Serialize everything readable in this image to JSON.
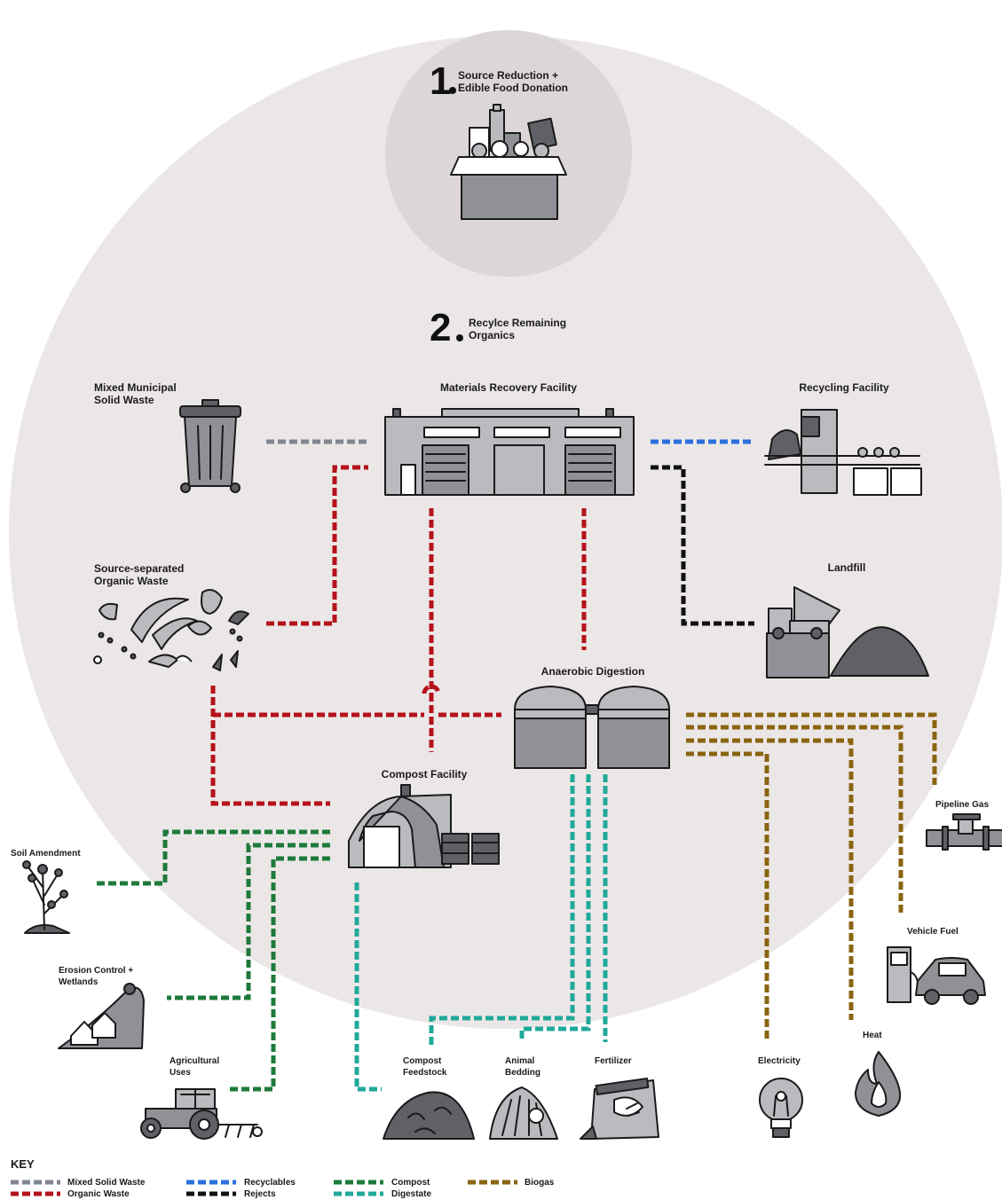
{
  "colors": {
    "background_circle": "#ece7e7",
    "top_circle": "#dcd6d6",
    "icon_fill": "#8f9196",
    "icon_dark": "#5f6166",
    "mixed_solid_waste": "#7f868f",
    "organic_waste": "#b5121b",
    "recyclables": "#2a6fdb",
    "rejects": "#111111",
    "compost": "#1e7a3a",
    "digestate": "#20a99a",
    "biogas": "#8a6410"
  },
  "step1": {
    "number": "1",
    "title_line1": "Source Reduction +",
    "title_line2": "Edible Food Donation",
    "icon": "food-donation-box-icon"
  },
  "step2": {
    "number": "2",
    "title_line1": "Recylce Remaining",
    "title_line2": "Organics"
  },
  "nodes": {
    "mixed_msw": {
      "line1": "Mixed Municipal",
      "line2": "Solid Waste",
      "icon": "trash-bin-icon"
    },
    "mrf": {
      "label": "Materials Recovery Facility",
      "icon": "warehouse-icon"
    },
    "recycling": {
      "label": "Recycling Facility",
      "icon": "sorting-machine-icon"
    },
    "landfill": {
      "label": "Landfill",
      "icon": "dump-truck-icon"
    },
    "source_separated": {
      "line1": "Source-separated",
      "line2": "Organic Waste",
      "icon": "food-scraps-icon"
    },
    "anaerobic": {
      "label": "Anaerobic Digestion",
      "icon": "digester-tanks-icon"
    },
    "compost": {
      "label": "Compost Facility",
      "icon": "compost-shed-icon"
    },
    "soil_amendment": {
      "label": "Soil Amendment",
      "icon": "plant-icon"
    },
    "erosion": {
      "line1": "Erosion Control +",
      "line2": "Wetlands",
      "icon": "hillside-houses-icon"
    },
    "agricultural": {
      "line1": "Agricultural",
      "line2": "Uses",
      "icon": "tractor-icon"
    },
    "compost_feedstock": {
      "line1": "Compost",
      "line2": "Feedstock",
      "icon": "soil-pile-icon"
    },
    "animal_bedding": {
      "line1": "Animal",
      "line2": "Bedding",
      "icon": "straw-bedding-icon"
    },
    "fertilizer": {
      "label": "Fertilizer",
      "icon": "fertilizer-bag-icon"
    },
    "electricity": {
      "label": "Electricity",
      "icon": "light-bulb-icon"
    },
    "heat": {
      "label": "Heat",
      "icon": "flame-icon"
    },
    "vehicle_fuel": {
      "label": "Vehicle Fuel",
      "icon": "fuel-pump-car-icon"
    },
    "pipeline_gas": {
      "label": "Pipeline Gas",
      "icon": "pipe-valve-icon"
    }
  },
  "key": {
    "title": "KEY",
    "items": [
      {
        "label": "Mixed Solid Waste",
        "color_key": "mixed_solid_waste"
      },
      {
        "label": "Organic Waste",
        "color_key": "organic_waste"
      },
      {
        "label": "Recyclables",
        "color_key": "recyclables"
      },
      {
        "label": "Rejects",
        "color_key": "rejects"
      },
      {
        "label": "Compost",
        "color_key": "compost"
      },
      {
        "label": "Digestate",
        "color_key": "digestate"
      },
      {
        "label": "Biogas",
        "color_key": "biogas"
      }
    ]
  }
}
